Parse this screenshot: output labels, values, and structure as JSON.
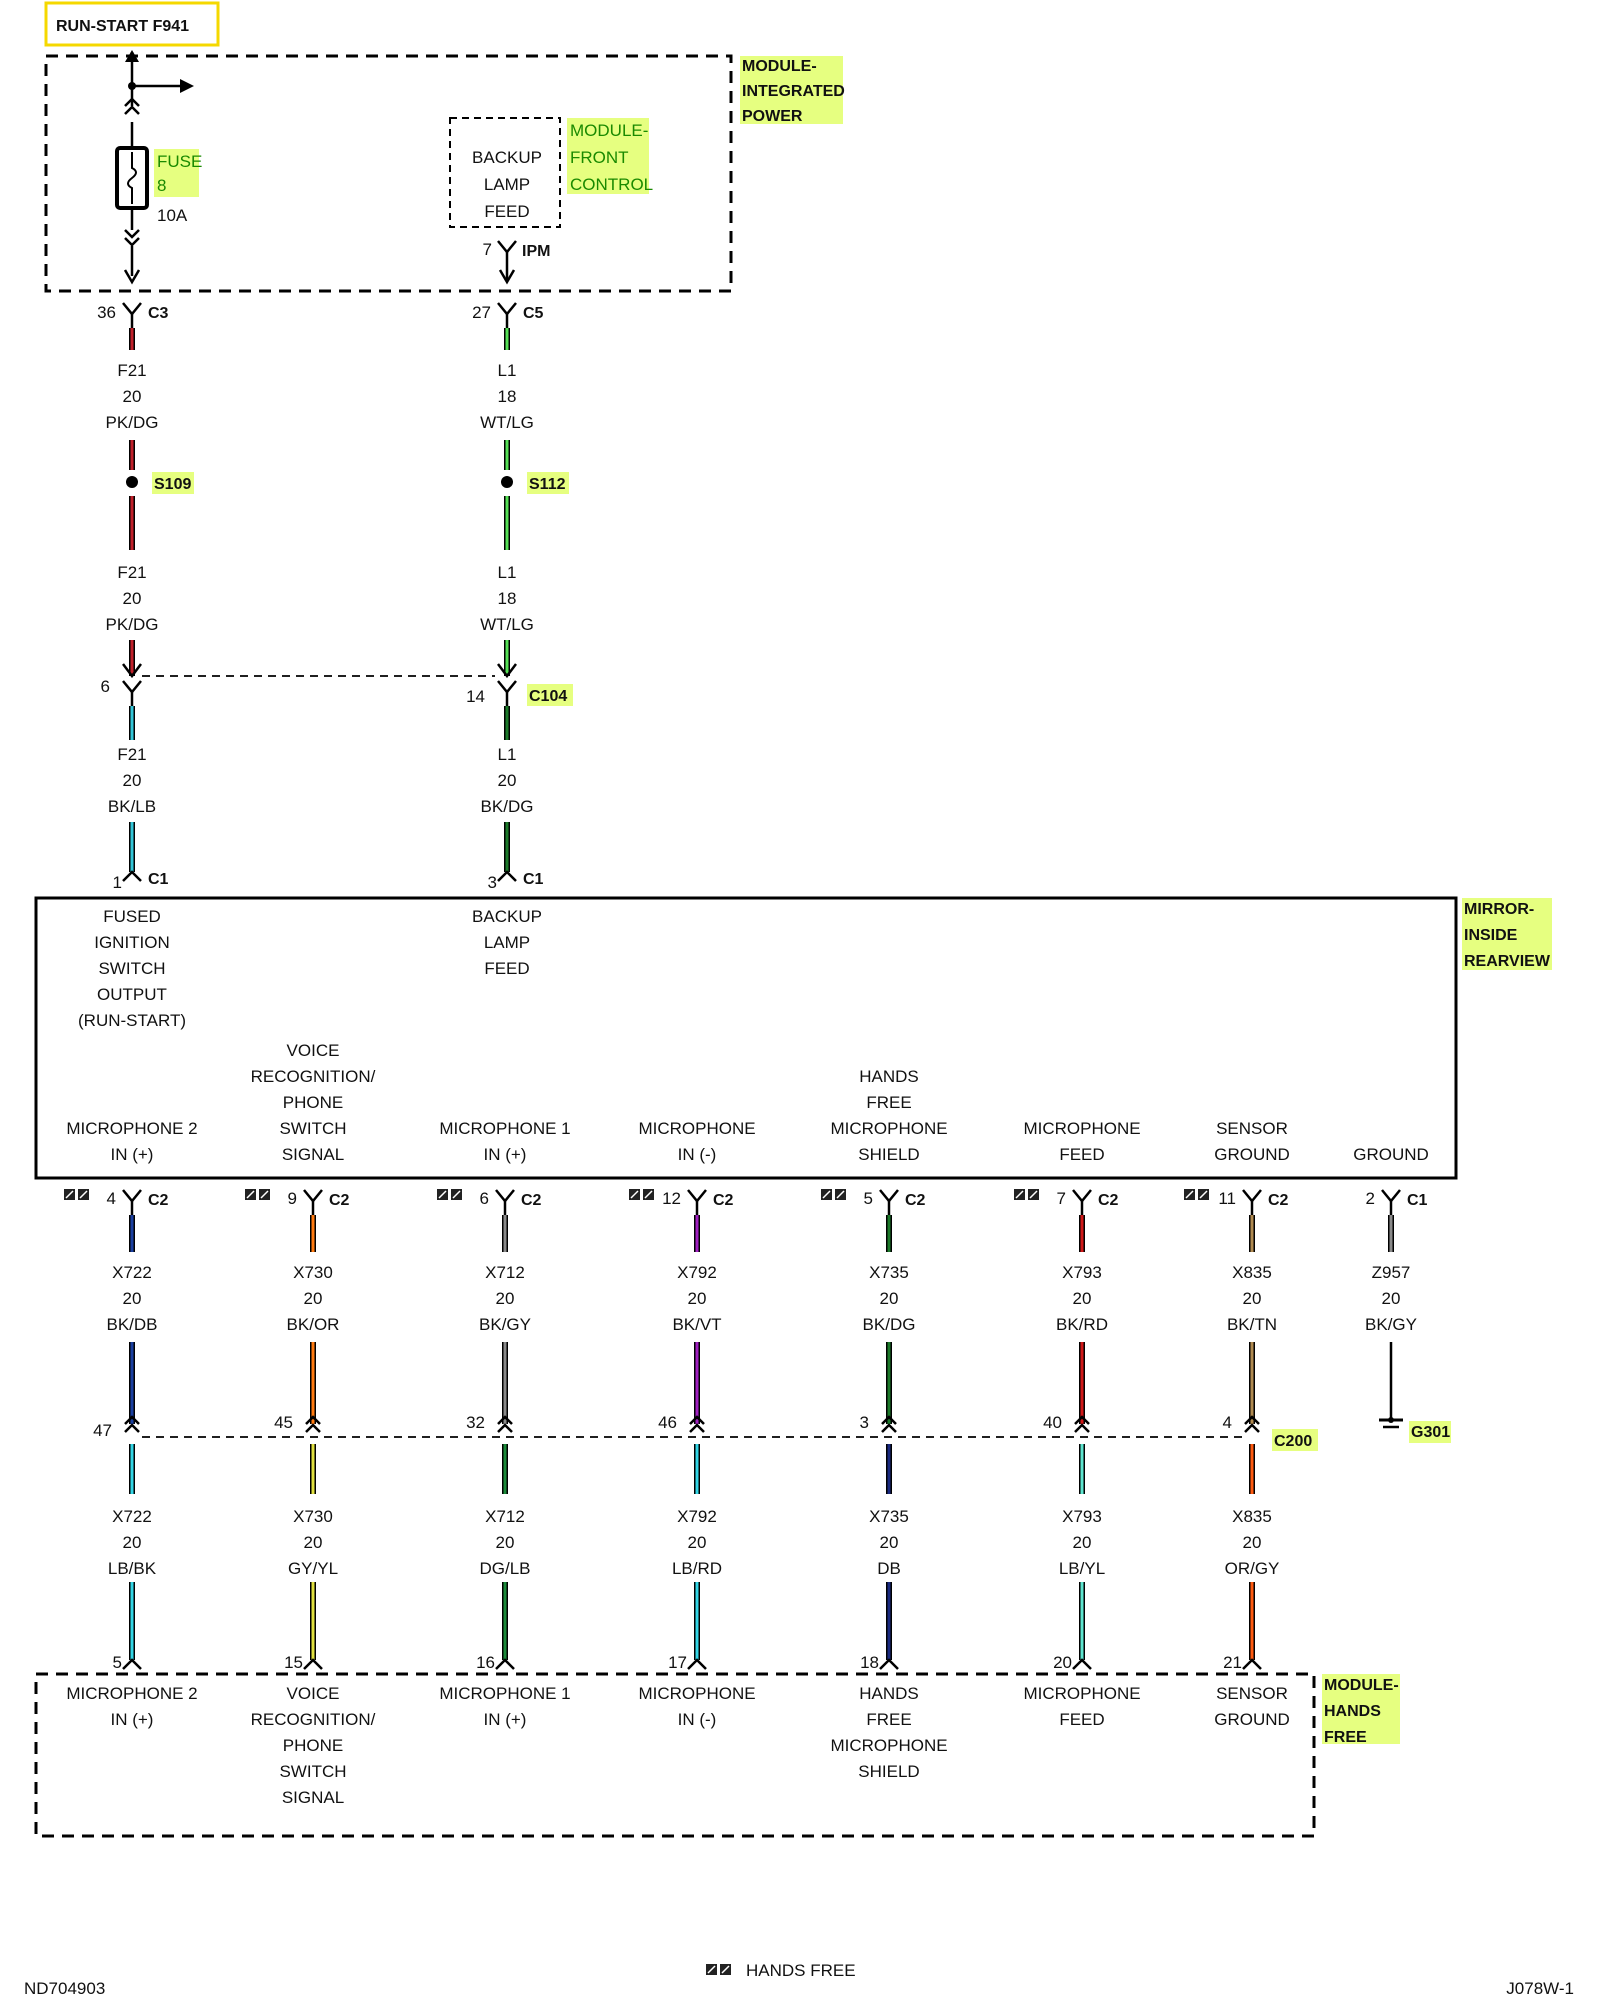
{
  "diagram": {
    "power_source": "RUN-START F941",
    "modules": {
      "integrated_power": [
        "MODULE-",
        "INTEGRATED",
        "POWER"
      ],
      "front_control": [
        "MODULE-",
        "FRONT",
        "CONTROL"
      ],
      "mirror": [
        "MIRROR-",
        "INSIDE",
        "REARVIEW"
      ],
      "hands_free": [
        "MODULE-",
        "HANDS",
        "FREE"
      ]
    },
    "fuse": {
      "label": [
        "FUSE",
        "8"
      ],
      "rating": "10A"
    },
    "backup_lamp_feed": [
      "BACKUP",
      "LAMP",
      "FEED"
    ],
    "ipm": {
      "pin": "7",
      "name": "IPM"
    },
    "upper_circuits": [
      {
        "top_pin": "36",
        "top_conn": "C3",
        "wire1": [
          "F21",
          "20",
          "PK/DG"
        ],
        "color1": "#c0202a",
        "splice": "S109",
        "wire2": [
          "F21",
          "20",
          "PK/DG"
        ],
        "color2": "#c0202a",
        "mid_pin": "6",
        "wire3": [
          "F21",
          "20",
          "BK/LB"
        ],
        "color3": "#33c6d8",
        "mirror_pin": "1",
        "mirror_conn": "C1",
        "mirror_label": [
          "FUSED",
          "IGNITION",
          "SWITCH",
          "OUTPUT",
          "(RUN-START)"
        ]
      },
      {
        "top_pin": "27",
        "top_conn": "C5",
        "wire1": [
          "L1",
          "18",
          "WT/LG"
        ],
        "color1": "#55e055",
        "splice": "S112",
        "wire2": [
          "L1",
          "18",
          "WT/LG"
        ],
        "color2": "#55e055",
        "mid_pin": "14",
        "mid_conn": "C104",
        "wire3": [
          "L1",
          "20",
          "BK/DG"
        ],
        "color3": "#1c7a2a",
        "mirror_pin": "3",
        "mirror_conn": "C1",
        "mirror_label": [
          "BACKUP",
          "LAMP",
          "FEED"
        ]
      }
    ],
    "lower_circuits": [
      {
        "mirror_label": [
          "MICROPHONE 2",
          "IN (+)"
        ],
        "mpin": "4",
        "mconn": "C2",
        "hf": true,
        "wire_a": [
          "X722",
          "20",
          "BK/DB"
        ],
        "ca": "#1a3fa0",
        "c200_pin": "47",
        "wire_b": [
          "X722",
          "20",
          "LB/BK"
        ],
        "cb": "#33d6e6",
        "hpin": "5",
        "hands_label": [
          "MICROPHONE 2",
          "IN (+)"
        ]
      },
      {
        "mirror_label": [
          "VOICE",
          "RECOGNITION/",
          "PHONE",
          "SWITCH",
          "SIGNAL"
        ],
        "mpin": "9",
        "mconn": "C2",
        "hf": true,
        "wire_a": [
          "X730",
          "20",
          "BK/OR"
        ],
        "ca": "#ff7a10",
        "c200_pin": "45",
        "wire_b": [
          "X730",
          "20",
          "GY/YL"
        ],
        "cb": "#e0e040",
        "hpin": "15",
        "hands_label": [
          "VOICE",
          "RECOGNITION/",
          "PHONE",
          "SWITCH",
          "SIGNAL"
        ]
      },
      {
        "mirror_label": [
          "MICROPHONE 1",
          "IN (+)"
        ],
        "mpin": "6",
        "mconn": "C2",
        "hf": true,
        "wire_a": [
          "X712",
          "20",
          "BK/GY"
        ],
        "ca": "#8a8a8a",
        "c200_pin": "32",
        "wire_b": [
          "X712",
          "20",
          "DG/LB"
        ],
        "cb": "#1c8a3a",
        "hpin": "16",
        "hands_label": [
          "MICROPHONE 1",
          "IN (+)"
        ]
      },
      {
        "mirror_label": [
          "MICROPHONE",
          "IN (-)"
        ],
        "mpin": "12",
        "mconn": "C2",
        "hf": true,
        "wire_a": [
          "X792",
          "20",
          "BK/VT"
        ],
        "ca": "#a020c0",
        "c200_pin": "46",
        "wire_b": [
          "X792",
          "20",
          "LB/RD"
        ],
        "cb": "#33d6e6",
        "hpin": "17",
        "hands_label": [
          "MICROPHONE",
          "IN (-)"
        ]
      },
      {
        "mirror_label": [
          "HANDS",
          "FREE",
          "MICROPHONE",
          "SHIELD"
        ],
        "mpin": "5",
        "mconn": "C2",
        "hf": true,
        "wire_a": [
          "X735",
          "20",
          "BK/DG"
        ],
        "ca": "#1c7a2a",
        "c200_pin": "3",
        "wire_b": [
          "X735",
          "20",
          "DB"
        ],
        "cb": "#1a2a80",
        "hpin": "18",
        "hands_label": [
          "HANDS",
          "FREE",
          "MICROPHONE",
          "SHIELD"
        ]
      },
      {
        "mirror_label": [
          "MICROPHONE",
          "FEED"
        ],
        "mpin": "7",
        "mconn": "C2",
        "hf": true,
        "wire_a": [
          "X793",
          "20",
          "BK/RD"
        ],
        "ca": "#d01818",
        "c200_pin": "40",
        "wire_b": [
          "X793",
          "20",
          "LB/YL"
        ],
        "cb": "#5ee6d0",
        "hpin": "20",
        "hands_label": [
          "MICROPHONE",
          "FEED"
        ]
      },
      {
        "mirror_label": [
          "SENSOR",
          "GROUND"
        ],
        "mpin": "11",
        "mconn": "C2",
        "hf": true,
        "wire_a": [
          "X835",
          "20",
          "BK/TN"
        ],
        "ca": "#b08a50",
        "c200_pin": "4",
        "c200": "C200",
        "wire_b": [
          "X835",
          "20",
          "OR/GY"
        ],
        "cb": "#ff5a10",
        "hpin": "21",
        "hands_label": [
          "SENSOR",
          "GROUND"
        ]
      },
      {
        "mirror_label": [
          "GROUND"
        ],
        "mpin": "2",
        "mconn": "C1",
        "hf": false,
        "wire_a": [
          "Z957",
          "20",
          "BK/GY"
        ],
        "ca": "#8a8a8a",
        "ground": "G301"
      }
    ],
    "legend": "HANDS FREE",
    "footer_left": "ND704903",
    "footer_right": "J078W-1"
  }
}
